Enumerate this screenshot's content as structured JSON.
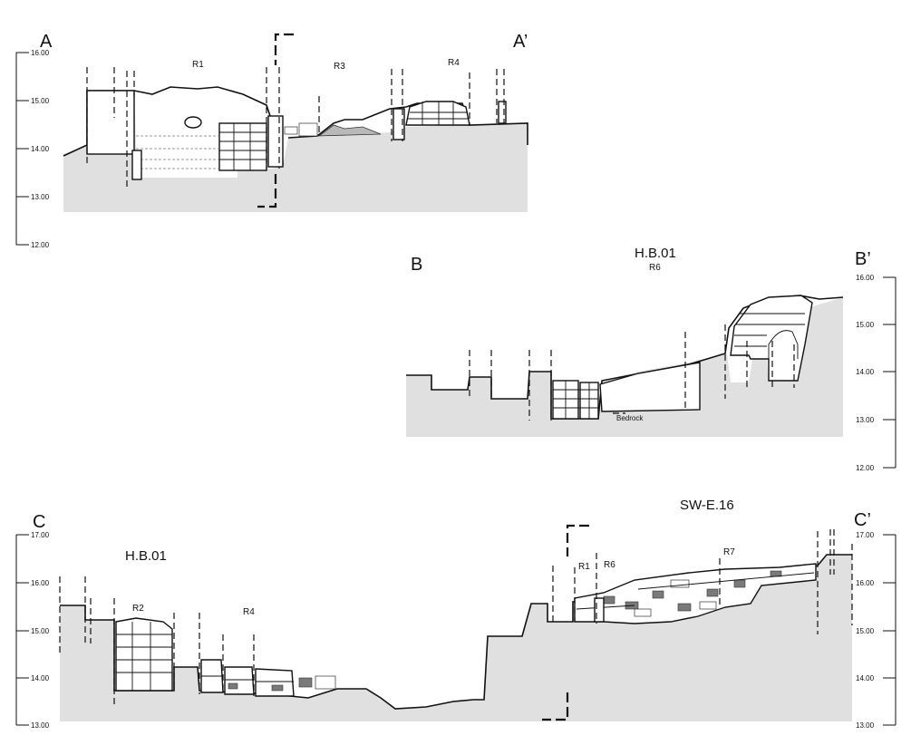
{
  "section_a": {
    "left_label": "A",
    "right_label": "A’",
    "room_labels": [
      "R1",
      "R3",
      "R4"
    ],
    "scale_ticks": [
      "16.00",
      "15.00",
      "14.00",
      "13.00",
      "12.00"
    ]
  },
  "section_b": {
    "left_label": "B",
    "right_label": "B’",
    "title": "H.B.01",
    "subtitle": "R6",
    "note": "Bedrock",
    "scale_ticks": [
      "16.00",
      "15.00",
      "14.00",
      "13.00",
      "12.00"
    ]
  },
  "section_c": {
    "left_label": "C",
    "right_label": "C’",
    "left_title": "H.B.01",
    "right_title": "SW-E.16",
    "room_labels": [
      "R2",
      "R4",
      "R1",
      "R6",
      "R7"
    ],
    "scale_ticks_left": [
      "17.00",
      "16.00",
      "15.00",
      "14.00",
      "13.00"
    ],
    "scale_ticks_right": [
      "17.00",
      "16.00",
      "15.00",
      "14.00",
      "13.00"
    ]
  },
  "colors": {
    "ground": "#e0e0e0",
    "line": "#111111",
    "grey_fill": "#b9b9b9"
  }
}
